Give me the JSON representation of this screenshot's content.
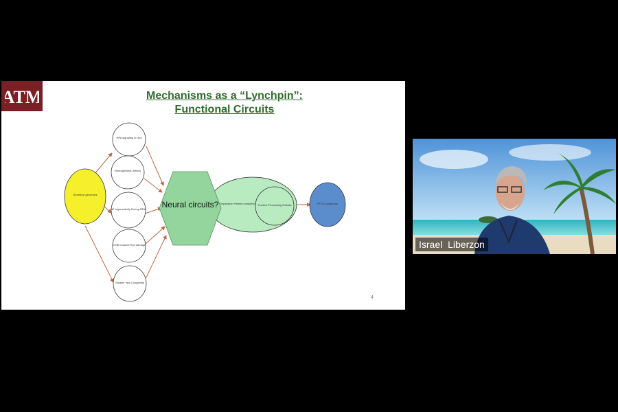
{
  "slide": {
    "logo_text": "ATM",
    "title_line1": "Mechanisms as a “Lynchpin”:",
    "title_line2": "Functional Circuits",
    "page_number": "4",
    "nodes": {
      "genetics": "Genetics/ genomics",
      "hpa": "HPA signaling in Hpc",
      "neurogenesis": "Neurogenesis deficits",
      "ne": "NE hyperactivity During REM",
      "mtbi": "mTBI induced Hpc damage",
      "smaller": "Smaller Hpc Congenital",
      "neural": "Neural circuits?",
      "pattern": "Pattern Separation Pattern completion",
      "context": "Context Processing Deficits",
      "ptsd": "PTSD symptoms"
    }
  },
  "participant": {
    "name": "Israel  Liberzon"
  }
}
